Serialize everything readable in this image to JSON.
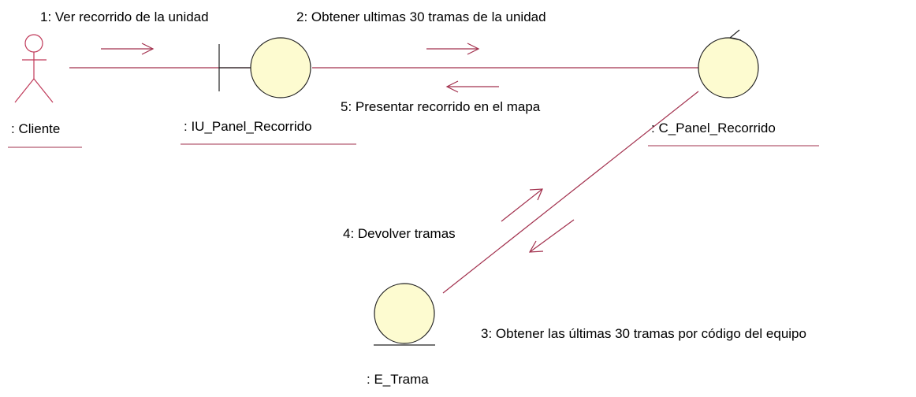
{
  "colors": {
    "line": "#a2304d",
    "node_fill": "#fdfbd0",
    "stroke": "#222222",
    "actor": "#c03a5a",
    "text": "#000000"
  },
  "messages": {
    "m1": "1: Ver recorrido de la unidad",
    "m2": "2: Obtener ultimas 30 tramas de la unidad",
    "m3": "3: Obtener las últimas 30 tramas por código del equipo",
    "m4": "4: Devolver tramas",
    "m5": "5: Presentar recorrido en el mapa"
  },
  "objects": {
    "cliente": ":  Cliente",
    "iu_panel": ": IU_Panel_Recorrido",
    "c_panel": ": C_Panel_Recorrido",
    "e_trama": ": E_Trama"
  },
  "icons": {
    "actor": "actor-icon",
    "boundary": "boundary-icon",
    "control": "control-icon",
    "entity": "entity-icon"
  }
}
